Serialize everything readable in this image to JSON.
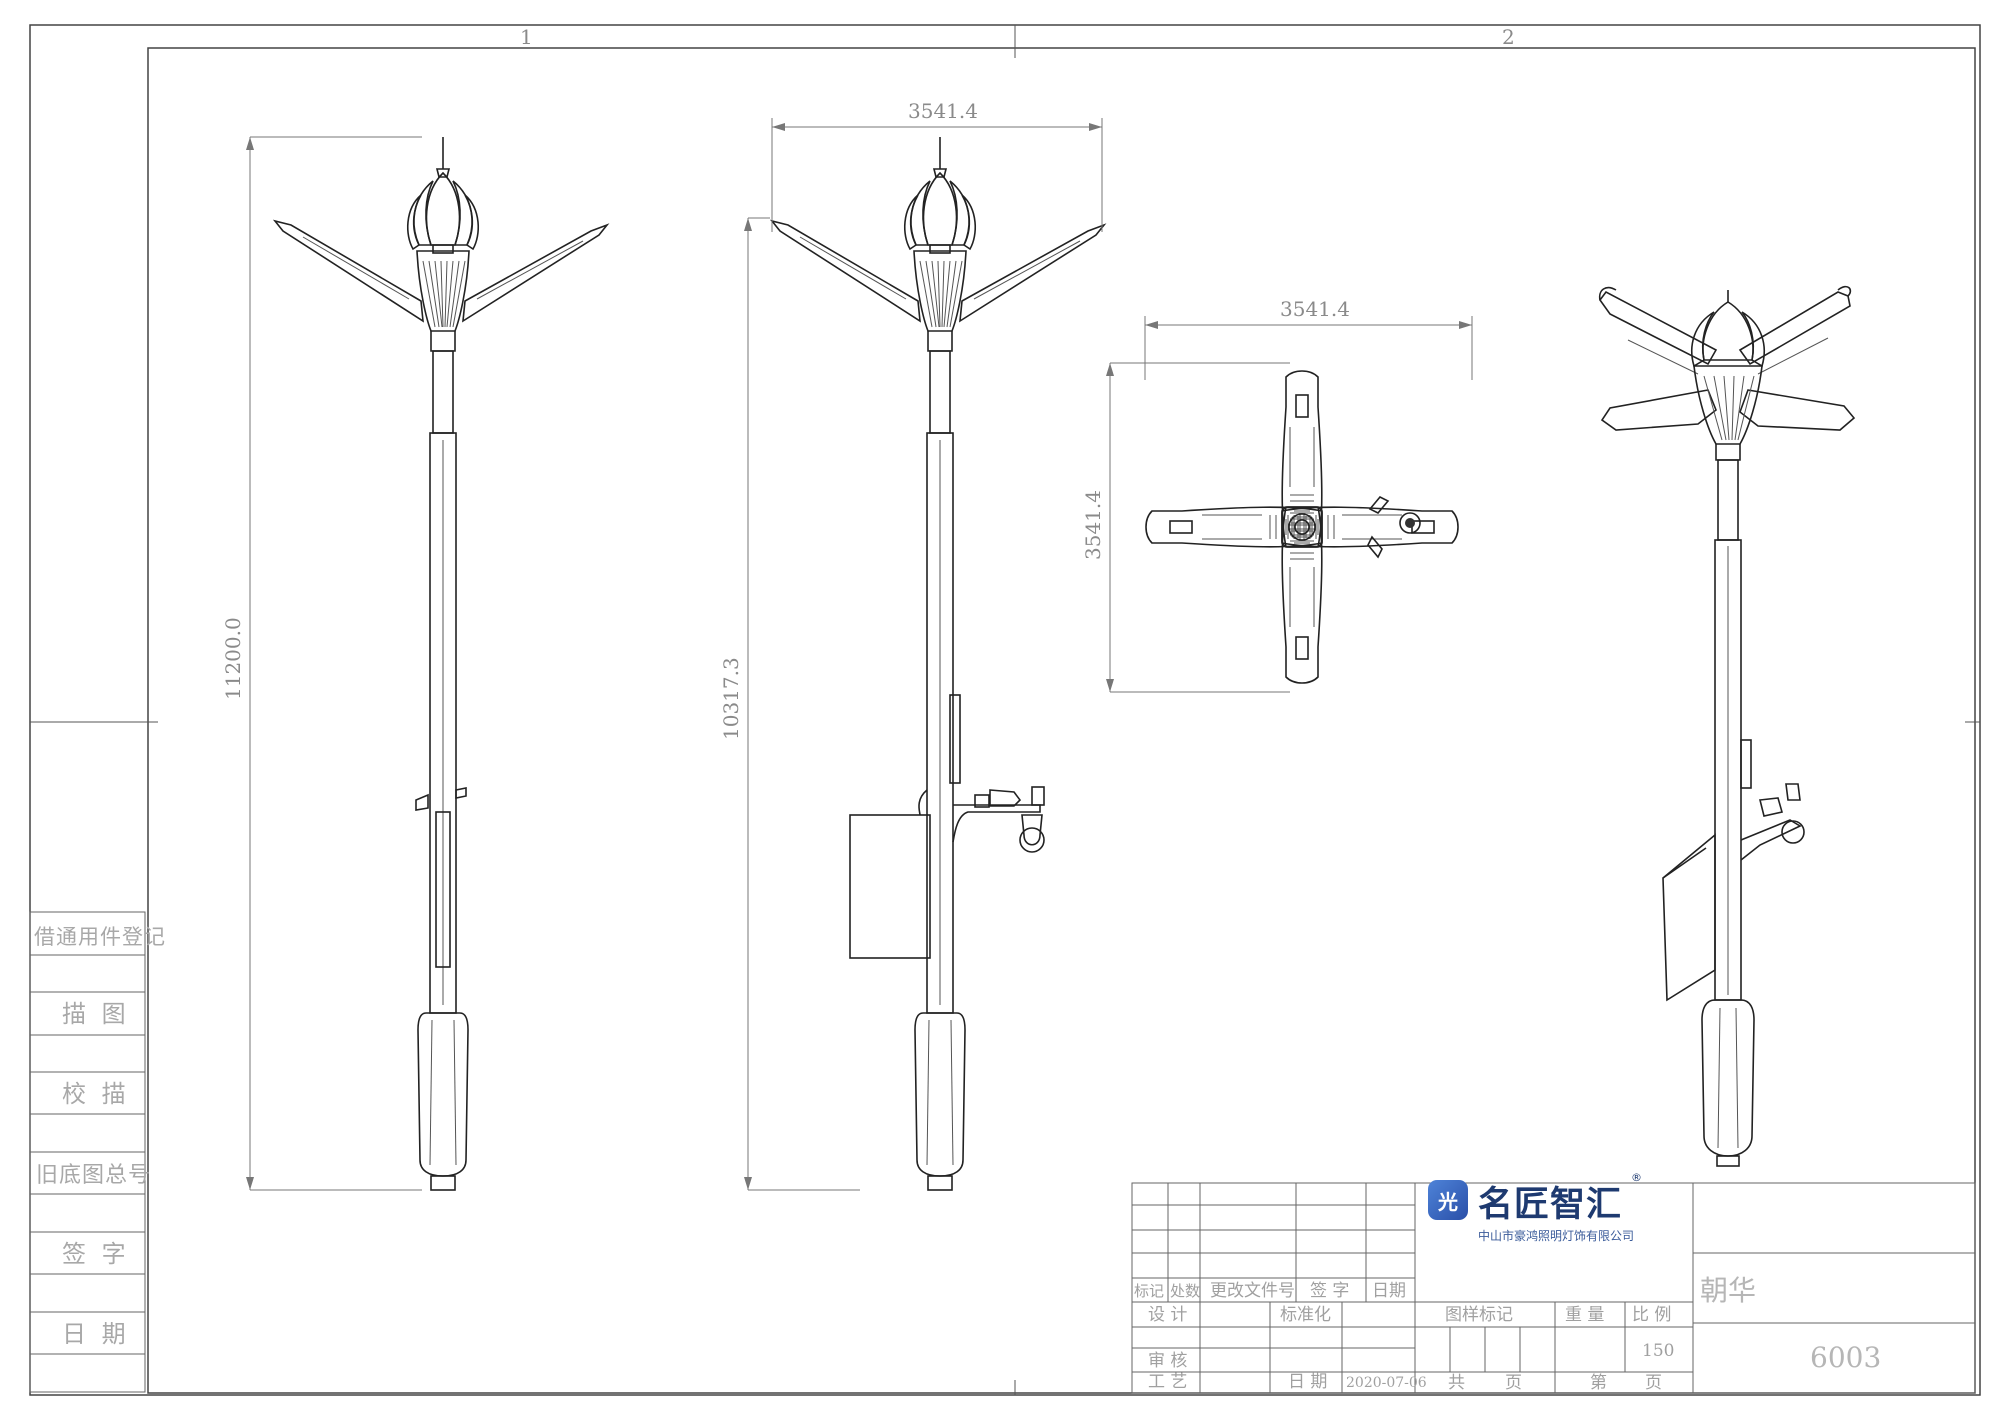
{
  "grid": {
    "col_1": "1",
    "col_2": "2"
  },
  "dimensions": {
    "front_height": "11200.0",
    "side_width": "3541.4",
    "side_height": "10317.3",
    "top_width": "3541.4",
    "top_height": "3541.4"
  },
  "side_column": {
    "registration": "借通用件登记",
    "tracing": "描 图",
    "check": "校 描",
    "old_drawing_no": "旧底图总号",
    "signature": "签 字",
    "date": "日 期"
  },
  "title_block": {
    "mark": "标记",
    "count": "处数",
    "change_doc": "更改文件号",
    "sign": "签 字",
    "date": "日期",
    "design": "设 计",
    "standardize": "标准化",
    "review": "审 核",
    "process": "工 艺",
    "approve_date": "日 期",
    "date_value": "2020-07-06",
    "drawing_mark": "图样标记",
    "weight": "重 量",
    "scale": "比 例",
    "scale_value": "150",
    "total": "共",
    "sheets": "页",
    "seq": "第",
    "page": "页",
    "product_name": "朝华",
    "drawing_no": "6003"
  },
  "brand": {
    "icon_glyph": "光",
    "name": "名匠智汇",
    "registered": "®",
    "company": "中山市豪鸿照明灯饰有限公司",
    "color": "#1e3a70"
  }
}
